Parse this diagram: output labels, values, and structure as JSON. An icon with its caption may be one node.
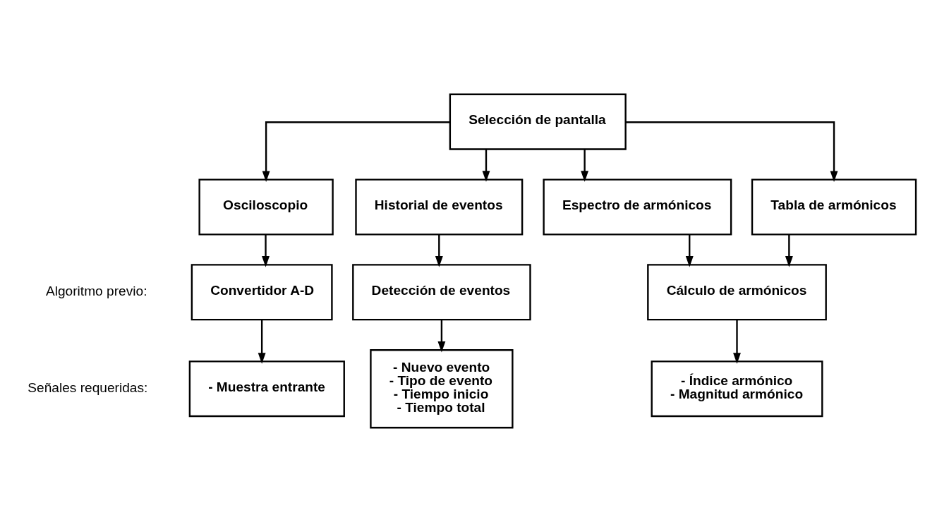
{
  "diagram": {
    "nodes": [
      {
        "text": [
          "Selección de pantalla"
        ]
      },
      {
        "text": [
          "Osciloscopio"
        ]
      },
      {
        "text": [
          "Historial de eventos"
        ]
      },
      {
        "text": [
          "Espectro de armónicos"
        ]
      },
      {
        "text": [
          "Tabla de armónicos"
        ]
      },
      {
        "text": [
          "Convertidor A-D"
        ]
      },
      {
        "text": [
          "Detección de eventos"
        ]
      },
      {
        "text": [
          "Cálculo de armónicos"
        ]
      },
      {
        "text": [
          "- Muestra entrante"
        ]
      },
      {
        "text": [
          "- Nuevo evento",
          "- Tipo de evento",
          "- Tiempo inicio",
          "- Tiempo total"
        ]
      },
      {
        "text": [
          "- Índice armónico",
          "- Magnitud armónico"
        ]
      }
    ],
    "edges": [
      {
        "from": 0,
        "to": 1,
        "arrow": "to"
      },
      {
        "from": 0,
        "to": 2,
        "arrow": "to"
      },
      {
        "from": 0,
        "to": 3,
        "arrow": "to"
      },
      {
        "from": 0,
        "to": 4,
        "arrow": "to"
      },
      {
        "from": 1,
        "to": 5,
        "arrow": "to"
      },
      {
        "from": 2,
        "to": 6,
        "arrow": "to"
      },
      {
        "from": 3,
        "to": 7,
        "arrow": "to"
      },
      {
        "from": 4,
        "to": 7,
        "arrow": "to"
      },
      {
        "from": 5,
        "to": 8,
        "arrow": "to"
      },
      {
        "from": 6,
        "to": 9,
        "arrow": "to"
      },
      {
        "from": 7,
        "to": 10,
        "arrow": "to"
      }
    ],
    "labels": [
      "Algoritmo previo:",
      "Señales requeridas:"
    ]
  }
}
